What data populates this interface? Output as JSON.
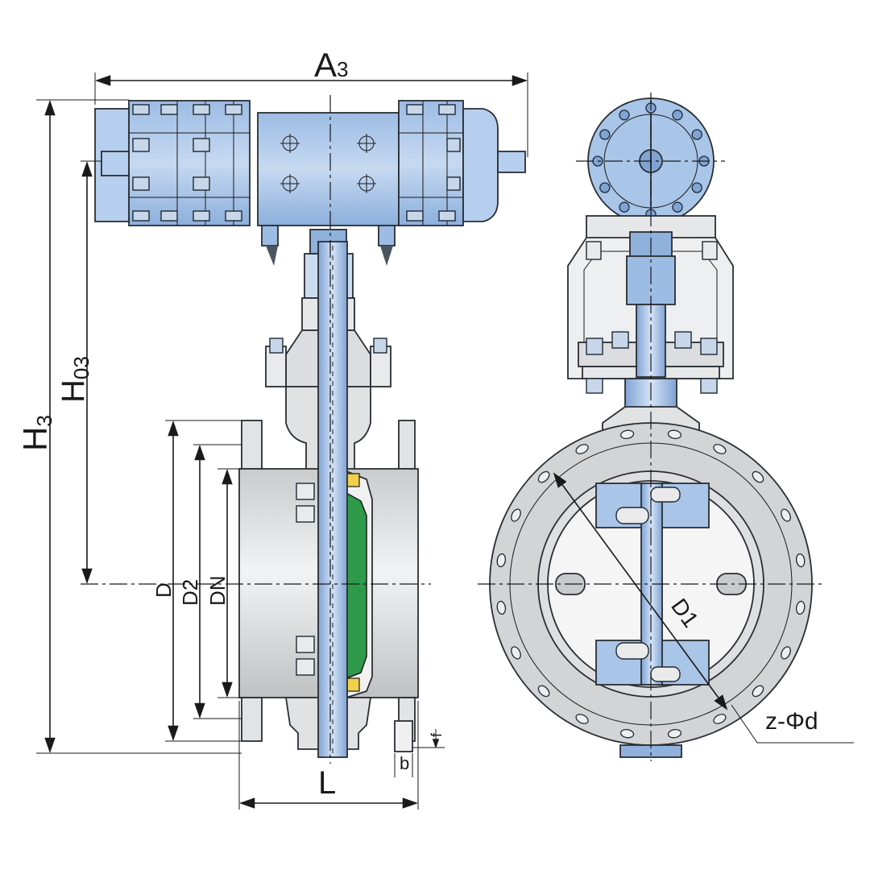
{
  "labels": {
    "A3": {
      "main": "A",
      "sub": "3"
    },
    "H3": {
      "main": "H",
      "sub": "3"
    },
    "H03": {
      "main": "H",
      "sub": "03"
    },
    "D": "D",
    "D2": "D2",
    "DN": "DN",
    "L": "L",
    "b": "b",
    "f": "f",
    "D1": "D1",
    "zd": "z-Φd"
  },
  "colors": {
    "actuator_blue": "#a9c5e8",
    "actuator_blue_dark": "#8fb1dc",
    "body_grey": "#d9dadb",
    "seal_green": "#2f9a4a",
    "seat_yellow": "#f3d04a",
    "outline": "#1a1a1a"
  },
  "icons": [
    "butterfly-valve-side-view",
    "butterfly-valve-front-view"
  ]
}
